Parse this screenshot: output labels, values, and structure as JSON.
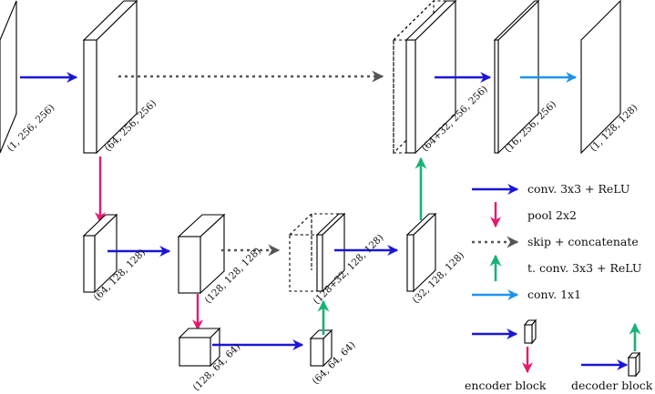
{
  "colors": {
    "conv": "#1a16d6",
    "pool": "#e6196e",
    "skip": "#555555",
    "tconv": "#17b374",
    "conv1x1": "#1f93ee"
  },
  "shape_labels": {
    "input": "(1, 256, 256)",
    "enc1": "(64, 256, 256)",
    "dec_concat1": "(64+32, 256, 256)",
    "dec_conv1": "(16, 256, 256)",
    "output": "(1, 128, 128)",
    "enc2": "(64, 128, 128)",
    "enc2b": "(128, 128, 128)",
    "dec_concat2": "(128+32, 128, 128)",
    "dec2": "(32, 128, 128)",
    "bottleneck": "(128, 64, 64)",
    "up2": "(64, 64, 64)"
  },
  "legend": {
    "conv": "conv. 3x3 + ReLU",
    "pool": "pool 2x2",
    "skip": "skip + concatenate",
    "tconv": "t. conv. 3x3 + ReLU",
    "conv1x1": "conv. 1x1",
    "encoder_block": "encoder block",
    "decoder_block": "decoder block"
  }
}
